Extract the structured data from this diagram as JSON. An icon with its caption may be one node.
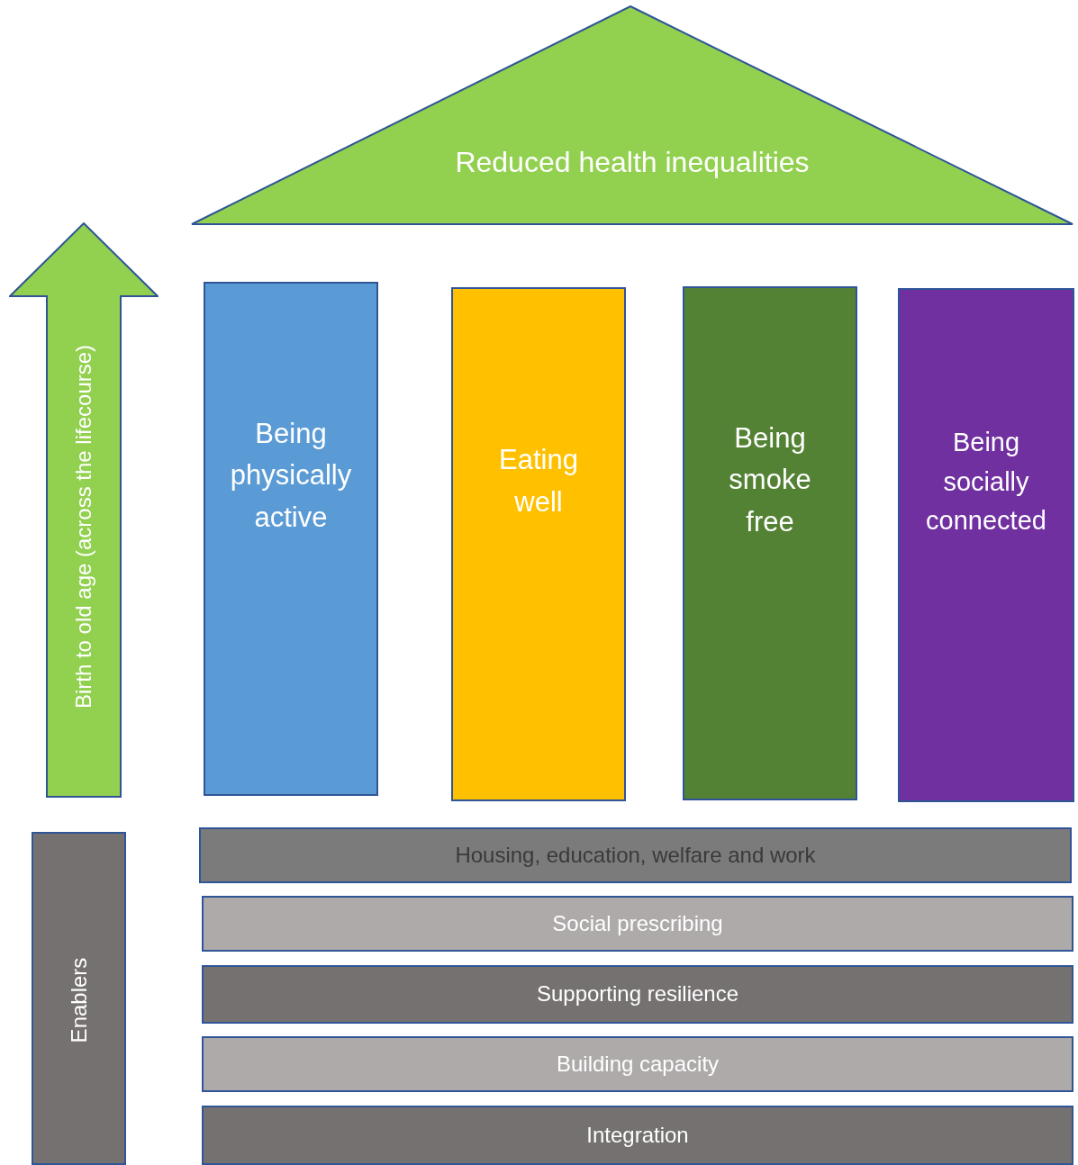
{
  "diagram": {
    "nodes": [
      {
        "text": [
          "Reduced health inequalities"
        ]
      },
      {
        "text": [
          "Birth to old age (across the lifecourse)"
        ]
      },
      {
        "text": [
          "Being physically active"
        ]
      },
      {
        "text": [
          "Eating well"
        ]
      },
      {
        "text": [
          "Being smoke free"
        ]
      },
      {
        "text": [
          "Being socially connected"
        ]
      },
      {
        "text": [
          "Enablers"
        ]
      },
      {
        "text": [
          "Housing, education, welfare and work"
        ]
      },
      {
        "text": [
          "Social prescribing"
        ]
      },
      {
        "text": [
          "Supporting resilience"
        ]
      },
      {
        "text": [
          "Building capacity"
        ]
      },
      {
        "text": [
          "Integration"
        ]
      }
    ]
  }
}
